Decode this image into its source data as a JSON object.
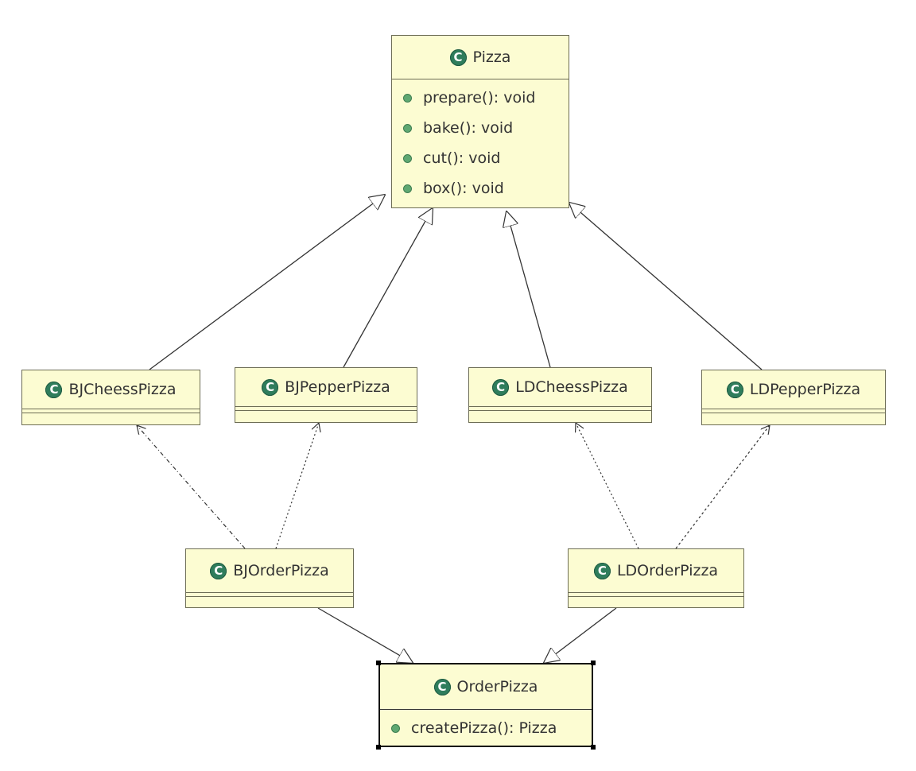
{
  "classes": {
    "pizza": {
      "name": "Pizza",
      "methods": [
        "prepare(): void",
        "bake(): void",
        "cut(): void",
        "box(): void"
      ]
    },
    "bj_cheess": {
      "name": "BJCheessPizza"
    },
    "bj_pepper": {
      "name": "BJPepperPizza"
    },
    "ld_cheess": {
      "name": "LDCheessPizza"
    },
    "ld_pepper": {
      "name": "LDPepperPizza"
    },
    "bj_order": {
      "name": "BJOrderPizza"
    },
    "ld_order": {
      "name": "LDOrderPizza"
    },
    "order": {
      "name": "OrderPizza",
      "methods": [
        "createPizza(): Pizza"
      ]
    }
  },
  "icon_glyph": "C",
  "colors": {
    "class_fill": "#fcfcd2",
    "class_border": "#6d6d55",
    "class_icon": "#2f7d5c",
    "method_dot": "#5fa872"
  }
}
